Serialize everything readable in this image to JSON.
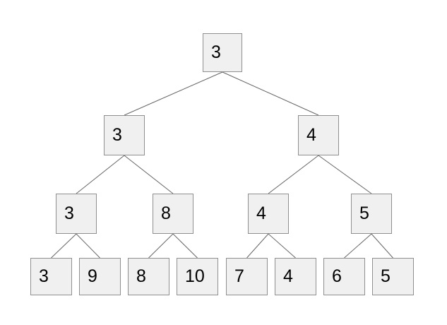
{
  "diagram": {
    "type": "binary-tree",
    "levels_count": 4
  },
  "colors": {
    "background": "#ffffff",
    "node_fill": "#f0f0f0",
    "node_border": "#8f8f8f",
    "edge_line": "#666666",
    "text": "#000000"
  },
  "tree": {
    "root": {
      "value": 3,
      "children": [
        {
          "value": 3,
          "children": [
            {
              "value": 3,
              "children": [
                {
                  "value": 3
                },
                {
                  "value": 9
                }
              ]
            },
            {
              "value": 8,
              "children": [
                {
                  "value": 8
                },
                {
                  "value": 10
                }
              ]
            }
          ]
        },
        {
          "value": 4,
          "children": [
            {
              "value": 4,
              "children": [
                {
                  "value": 7
                },
                {
                  "value": 4
                }
              ]
            },
            {
              "value": 5,
              "children": [
                {
                  "value": 6
                },
                {
                  "value": 5
                }
              ]
            }
          ]
        }
      ]
    }
  }
}
